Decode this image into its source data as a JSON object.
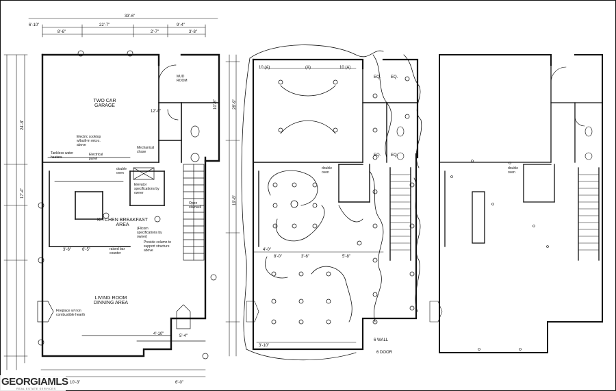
{
  "plan1": {
    "rooms": {
      "garage": "TWO CAR GARAGE",
      "kitchen": "KITCHEN BREAKFAST AREA",
      "living": "LIVING ROOM DINNING AREA",
      "mud": "MUD ROOM",
      "open_stair": "Open stairwell",
      "double_oven": "double oven",
      "mech": "Mechanical chase"
    },
    "notes": {
      "tankless": "Tankless water heaters",
      "electric_cooktop": "Electric cooktop w/built-in micro. above",
      "electrical_panel": "Electrical panel",
      "elevator": "Elevator specifications by owner",
      "fireplace": "Fireplace w/ non combustible hearth",
      "provide_column": "Provide column to support structure above",
      "raised_bar": "raised bar counter",
      "kitchen_specs": "(Flicorn specifications by owner)"
    },
    "dims": {
      "overall_top": "33'-6\"",
      "d_22_7": "22'-7\"",
      "d_9_4": "9'-4\"",
      "d_6_10": "6'-10\"",
      "d_8_6": "8'-6\"",
      "d_2_7": "2'-7\"",
      "d_3_8": "3'-8\"",
      "d_10_3": "10'-3\"",
      "d_6_0": "6'-0\"",
      "d_24_8": "24'-8\"",
      "d_17_4": "17'-4\"",
      "d_5_4": "5'-4\"",
      "d_3_6": "3'-6\"",
      "d_6_5": "6'-5\"",
      "d_10_5": "10'-5\"",
      "d_28_9": "28'-9\"",
      "d_19_8": "19'-8\"",
      "d_4_10": "4'-10\"",
      "d_12_0": "12'-0\""
    }
  },
  "plan2": {
    "room_labels": {
      "double_oven": "double oven",
      "eq_a": "EQ.",
      "eq_b": "EQ.",
      "eq_c": "EQ.",
      "eq_d": "EQ.",
      "wall": "6 WALL",
      "door": "6 DOOR"
    },
    "dims": {
      "d_a1": "10 (A)",
      "d_a2": "(A)",
      "d_a3": "10 (A)",
      "d_4_0": "4'-0\"",
      "d_3_6": "3'-6\"",
      "d_5_8": "5'-8\"",
      "d_8_0": "8'-0\"",
      "d_3_10": "3'-10\""
    }
  },
  "plan3": {
    "room_labels": {
      "double_oven": "double oven"
    }
  },
  "watermark": {
    "brand": "GEORGIAMLS",
    "tagline": "REAL ESTATE SERVICES"
  }
}
